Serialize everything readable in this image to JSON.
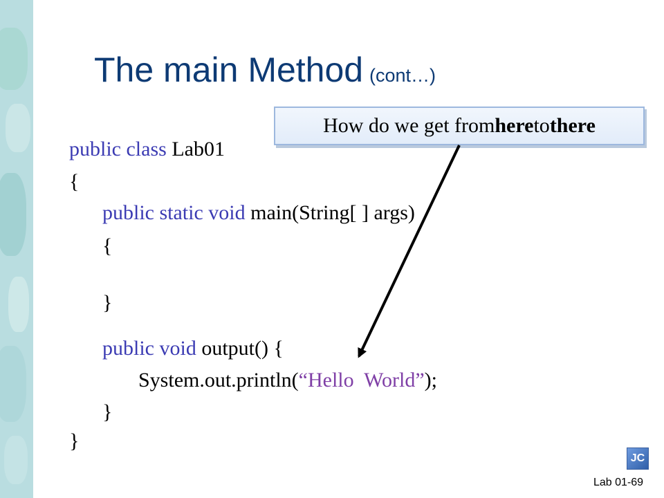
{
  "title": {
    "main": "The main Method",
    "sub": "(cont…)"
  },
  "callout": {
    "text_before": "How do we get from ",
    "here": "here",
    "text_mid": " to ",
    "there": "there"
  },
  "code": {
    "line1_kw": "public class",
    "line1_name": " Lab01",
    "line2": "{",
    "line3_kw": "public static void",
    "line3_rest": " main(String[ ] args)",
    "line4": "{",
    "line5": "}",
    "line6_kw": "public void",
    "line6_rest": " output() {",
    "line7_pre": "System.out.println(",
    "line7_str": "“Hello  World”",
    "line7_post": ");",
    "line8": "}",
    "line9": "}"
  },
  "colors": {
    "title": "#0d3a74",
    "keyword": "#3b3bb3",
    "string": "#7f3fa6",
    "sidebar": "#b9dde0"
  },
  "footer": {
    "slide_number": "Lab 01-69",
    "logo_text": "JC",
    "logo_icon": "jc-logo-icon"
  }
}
